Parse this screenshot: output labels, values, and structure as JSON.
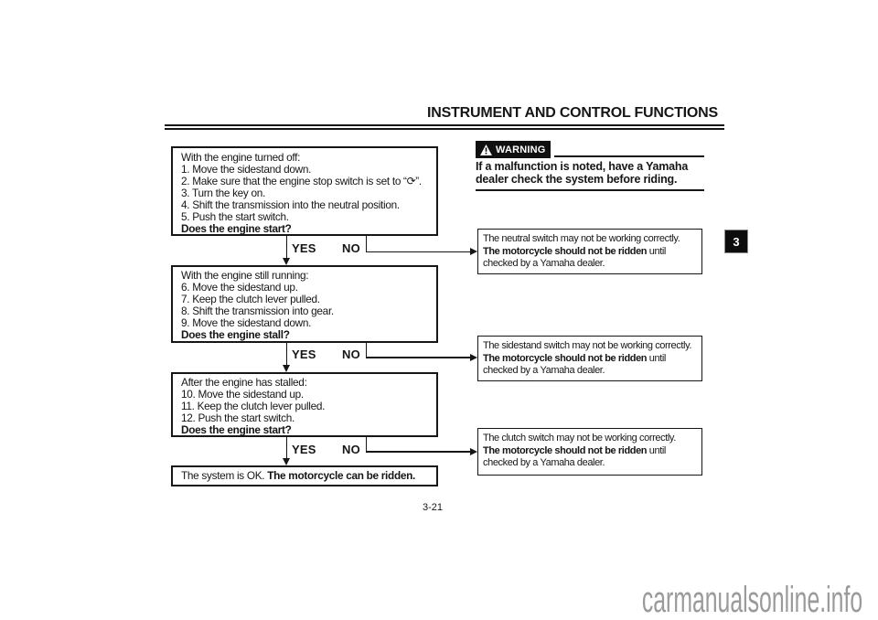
{
  "page": {
    "title": "INSTRUMENT AND CONTROL FUNCTIONS",
    "page_number": "3-21",
    "chapter_tab": "3",
    "watermark": "carmanualsonline.info"
  },
  "labels": {
    "yes": "YES",
    "no": "NO"
  },
  "flowchart": {
    "step1": {
      "lines": [
        "With the engine turned off:",
        "1. Move the sidestand down.",
        "2. Make sure that the engine stop switch is set to “⟳”.",
        "3. Turn the key on.",
        "4. Shift the transmission into the neutral position.",
        "5. Push the start switch."
      ],
      "question": "Does the engine start?"
    },
    "step2": {
      "lines": [
        "With the engine still running:",
        "6. Move the sidestand up.",
        "7. Keep the clutch lever pulled.",
        "8. Shift the transmission into gear.",
        "9. Move the sidestand down."
      ],
      "question": "Does the engine stall?"
    },
    "step3": {
      "lines": [
        "After the engine has stalled:",
        "10. Move the sidestand up.",
        "11. Keep the clutch lever pulled.",
        "12. Push the start switch."
      ],
      "question": "Does the engine start?"
    },
    "result": {
      "text": "The system is OK. ",
      "bold": "The motorcycle can be ridden."
    }
  },
  "warning": {
    "label": "WARNING",
    "line1": "If a malfunction is noted, have a Yamaha",
    "line2": "dealer check the system before riding."
  },
  "outcomes": {
    "neutral": {
      "line1": "The neutral switch may not be working correctly.",
      "bold": "The motorcycle should not be ridden",
      "rest": " until",
      "line3": "checked by a Yamaha dealer."
    },
    "sidestand": {
      "line1": "The sidestand switch may not be working correctly.",
      "bold": "The motorcycle should not be ridden",
      "rest": " until",
      "line3": "checked by a Yamaha dealer."
    },
    "clutch": {
      "line1": "The clutch switch may not be working correctly.",
      "bold": "The motorcycle should not be ridden",
      "rest": " until",
      "line3": "checked by a Yamaha dealer."
    }
  },
  "colors": {
    "ink": "#161616",
    "watermark_gray": "#9a9a9a"
  }
}
